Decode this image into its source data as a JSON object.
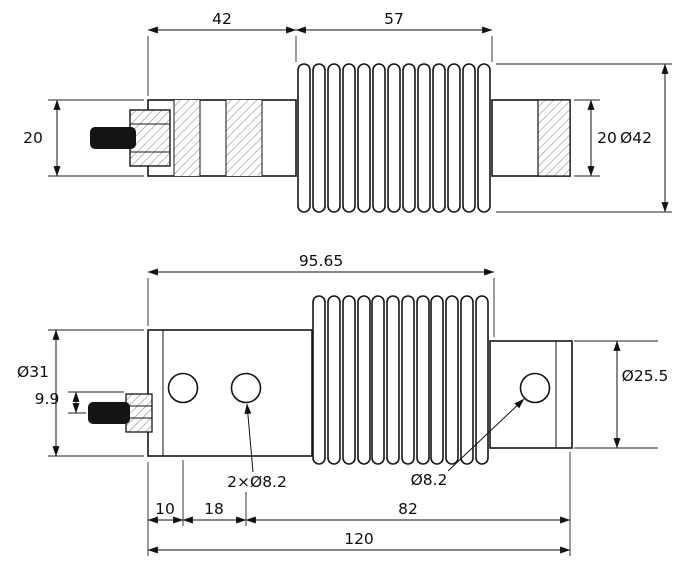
{
  "title": "Bellows load cell technical drawing",
  "top_view": {
    "dim_42": "42",
    "dim_57": "57",
    "dim_20_left": "20",
    "dim_20_right": "20",
    "dim_dia42": "Ø42"
  },
  "bottom_view": {
    "dim_9565": "95.65",
    "dim_dia31": "Ø31",
    "dim_99": "9.9",
    "label_holes": "2×Ø8.2",
    "label_hole_right": "Ø8.2",
    "dim_dia255": "Ø25.5",
    "dim_10": "10",
    "dim_18": "18",
    "dim_82": "82",
    "dim_120": "120"
  }
}
